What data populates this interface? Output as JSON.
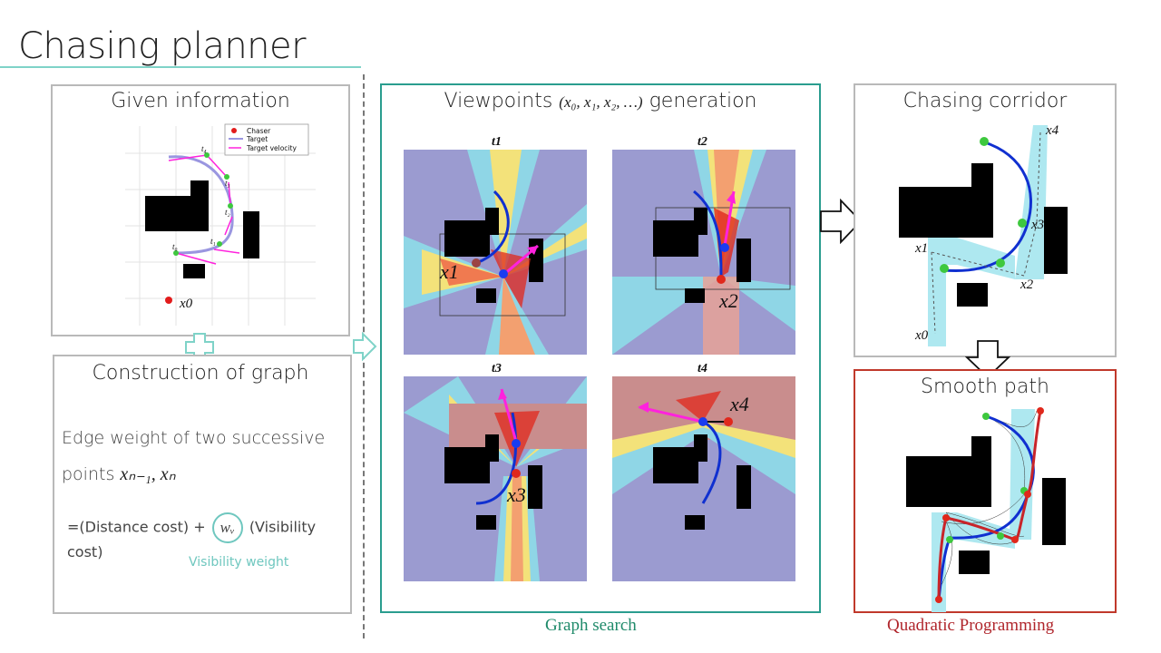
{
  "slide_title": "Chasing planner",
  "given": {
    "title": "Given information",
    "legend": [
      "Chaser",
      "Target",
      "Target velocity"
    ],
    "t_labels": [
      "t4",
      "t3",
      "t2",
      "t0",
      "t1"
    ],
    "x0": "x0"
  },
  "graph": {
    "title": "Construction of graph",
    "edge_line1": "Edge weight of two successive",
    "edge_line2_prefix": "points",
    "edge_vars": "xₙ₋₁, xₙ",
    "formula_left": "=(Distance cost) +",
    "wv": "wᵥ",
    "formula_right": "(Visibility cost)",
    "vis_weight_label": "Visibility weight"
  },
  "viewpoints": {
    "title_left": "Viewpoints",
    "title_vars": "(x₀, x₁, x₂, …)",
    "title_right": "generation",
    "time_labels": [
      "t1",
      "t2",
      "t3",
      "t4"
    ],
    "point_labels": [
      "x1",
      "x2",
      "x3",
      "x4"
    ],
    "caption": "Graph search"
  },
  "corridor": {
    "title": "Chasing corridor",
    "labels": [
      "x4",
      "x3",
      "x1",
      "x2",
      "x0"
    ]
  },
  "smooth": {
    "title": "Smooth path",
    "caption": "Quadratic Programming"
  },
  "colors": {
    "teal_accent": "#2a9d8f",
    "red_accent": "#c0392b",
    "heat_bg": "#9b9bd0",
    "obstacle": "#000000",
    "target_path": "#1030d0",
    "velocity": "#ff22dd",
    "corridor": "#aee8f0"
  }
}
